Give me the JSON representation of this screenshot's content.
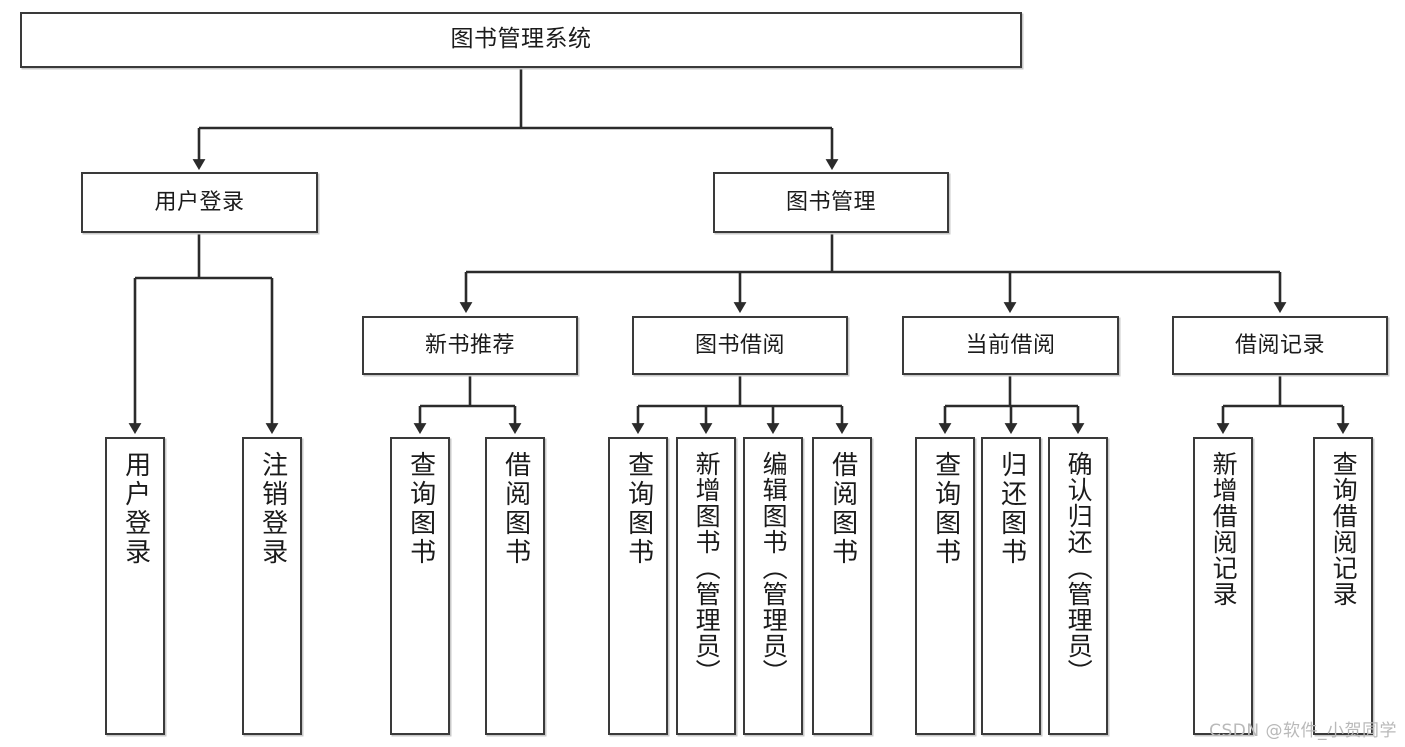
{
  "diagram": {
    "title": "图书管理系统",
    "type": "tree-hierarchy-chart",
    "colors": {
      "box_border": "#3a3a3a",
      "box_fill": "#ffffff",
      "edge": "#2b2b2b",
      "text": "#1b1b1b",
      "watermark": "#b9b9b9"
    },
    "nodes": {
      "root": {
        "label": "图书管理系统",
        "level": 1
      },
      "user_login": {
        "label": "用户登录",
        "level": 2
      },
      "book_manage": {
        "label": "图书管理",
        "level": 2
      },
      "new_book_rec": {
        "label": "新书推荐",
        "level": 3
      },
      "book_borrow": {
        "label": "图书借阅",
        "level": 3
      },
      "current_borrow": {
        "label": "当前借阅",
        "level": 3
      },
      "borrow_record": {
        "label": "借阅记录",
        "level": 3
      },
      "leaf_user_login": {
        "label": "用户登录",
        "level": 4
      },
      "leaf_logout": {
        "label": "注销登录",
        "level": 4
      },
      "leaf_query_book_1": {
        "label": "查询图书",
        "level": 4
      },
      "leaf_borrow_book_1": {
        "label": "借阅图书",
        "level": 4
      },
      "leaf_query_book_2": {
        "label": "查询图书",
        "level": 4
      },
      "leaf_add_book": {
        "label": "新增图书（管理员）",
        "level": 4
      },
      "leaf_edit_book": {
        "label": "编辑图书（管理员）",
        "level": 4
      },
      "leaf_borrow_book_2": {
        "label": "借阅图书",
        "level": 4
      },
      "leaf_query_book_3": {
        "label": "查询图书",
        "level": 4
      },
      "leaf_return_book": {
        "label": "归还图书",
        "level": 4
      },
      "leaf_confirm_return": {
        "label": "确认归还（管理员）",
        "level": 4
      },
      "leaf_add_record": {
        "label": "新增借阅记录",
        "level": 4
      },
      "leaf_query_record": {
        "label": "查询借阅记录",
        "level": 4
      }
    },
    "watermark": "CSDN @软件_小贺同学"
  }
}
